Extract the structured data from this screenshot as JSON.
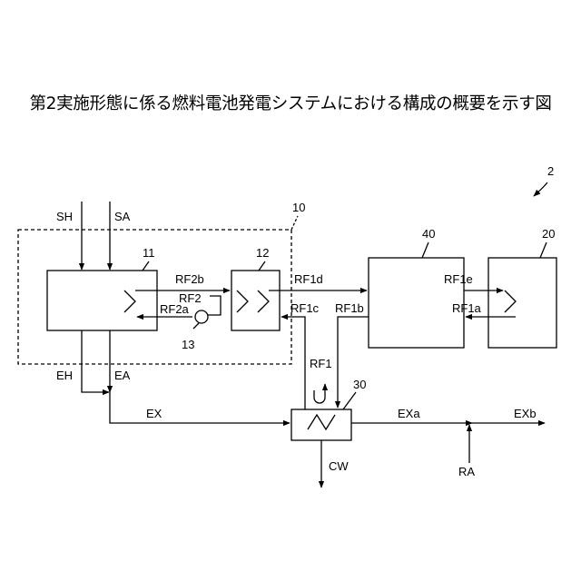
{
  "title": "第2実施形態に係る燃料電池発電システムにおける構成の概要を示す図",
  "refs": {
    "system": "2",
    "fc_module": "10",
    "fc_stack": "11",
    "heat_exchanger_12": "12",
    "pump": "13",
    "unit_20": "20",
    "heat_exchanger_30": "30",
    "unit_40": "40"
  },
  "streams": {
    "sh": "SH",
    "sa": "SA",
    "eh": "EH",
    "ea": "EA",
    "ex": "EX",
    "exa": "EXa",
    "exb": "EXb",
    "ra": "RA",
    "cw": "CW",
    "rf1": "RF1",
    "rf1a": "RF1a",
    "rf1b": "RF1b",
    "rf1c": "RF1c",
    "rf1d": "RF1d",
    "rf1e": "RF1e",
    "rf2": "RF2",
    "rf2a": "RF2a",
    "rf2b": "RF2b"
  }
}
